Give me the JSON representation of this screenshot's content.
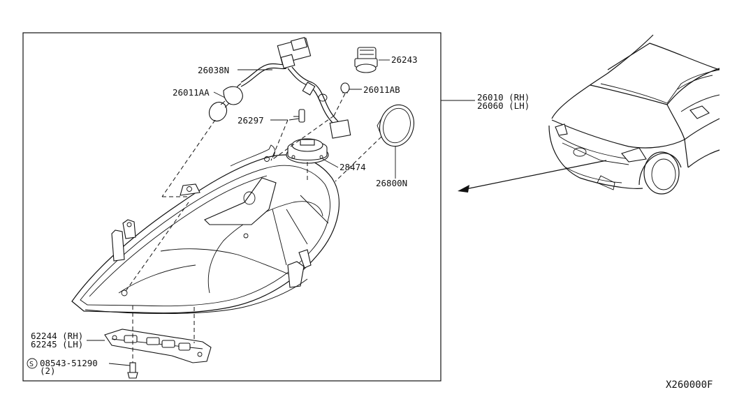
{
  "labels": {
    "harness": "26038N",
    "socket": "26243",
    "bulb_left": "26011AA",
    "bulb_right": "26011AB",
    "screw": "26297",
    "ballast": "28474",
    "seal": "26800N",
    "assembly_rh": "26010 (RH)",
    "assembly_lh": "26060 (LH)",
    "bracket_rh": "62244 (RH)",
    "bracket_lh": "62245 (LH)",
    "bolt_symbol": "S",
    "bolt": "08543-51290",
    "bolt_qty": "(2)",
    "diagram_code": "X260000F"
  }
}
